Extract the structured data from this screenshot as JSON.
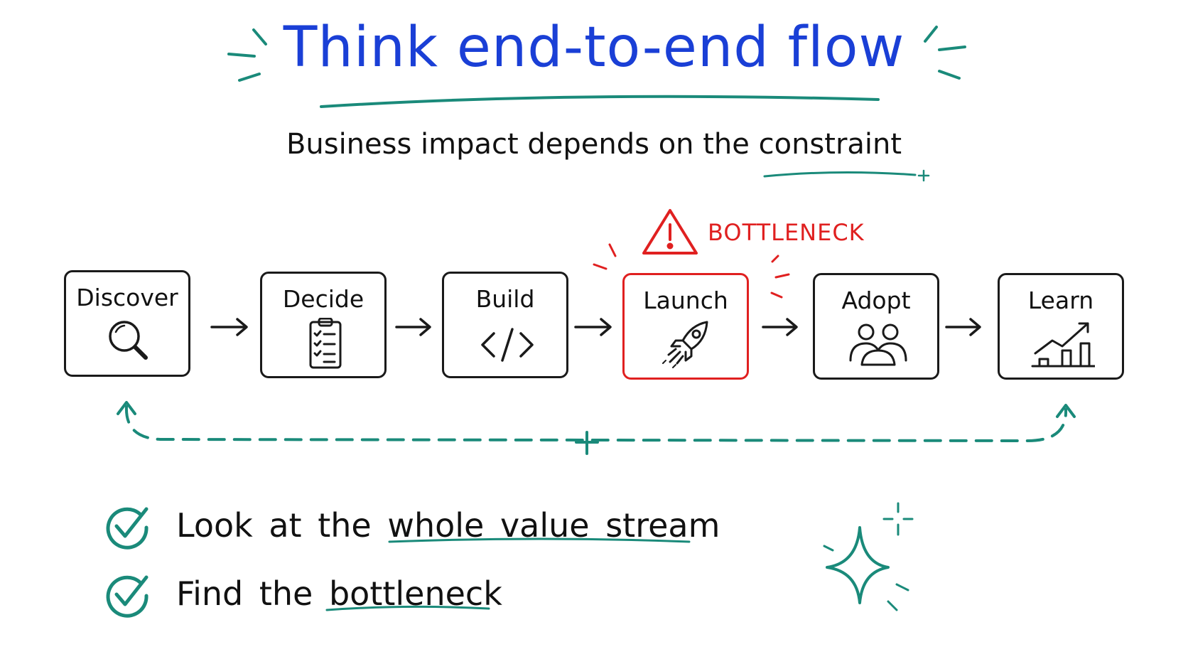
{
  "header": {
    "title": "Think end-to-end flow",
    "subtitle": "Business impact depends on the constraint"
  },
  "flow": {
    "steps": [
      {
        "label": "Discover",
        "icon": "magnifier-icon",
        "bottleneck": false
      },
      {
        "label": "Decide",
        "icon": "clipboard-checklist-icon",
        "bottleneck": false
      },
      {
        "label": "Build",
        "icon": "code-icon",
        "bottleneck": false
      },
      {
        "label": "Launch",
        "icon": "rocket-icon",
        "bottleneck": true
      },
      {
        "label": "Adopt",
        "icon": "users-icon",
        "bottleneck": false
      },
      {
        "label": "Learn",
        "icon": "growth-chart-icon",
        "bottleneck": false
      }
    ],
    "bottleneck_label": "BOTTLENECK",
    "feedback_loop": "dashed-loop-arrow"
  },
  "takeaways": [
    {
      "text": "Look at the whole value stream",
      "icon": "check-circle-icon"
    },
    {
      "text": "Find the bottleneck",
      "icon": "check-circle-icon"
    }
  ],
  "colors": {
    "title": "#1a3fd6",
    "accent": "#1a8a7a",
    "bottleneck": "#e02020",
    "ink": "#1a1a1a"
  }
}
